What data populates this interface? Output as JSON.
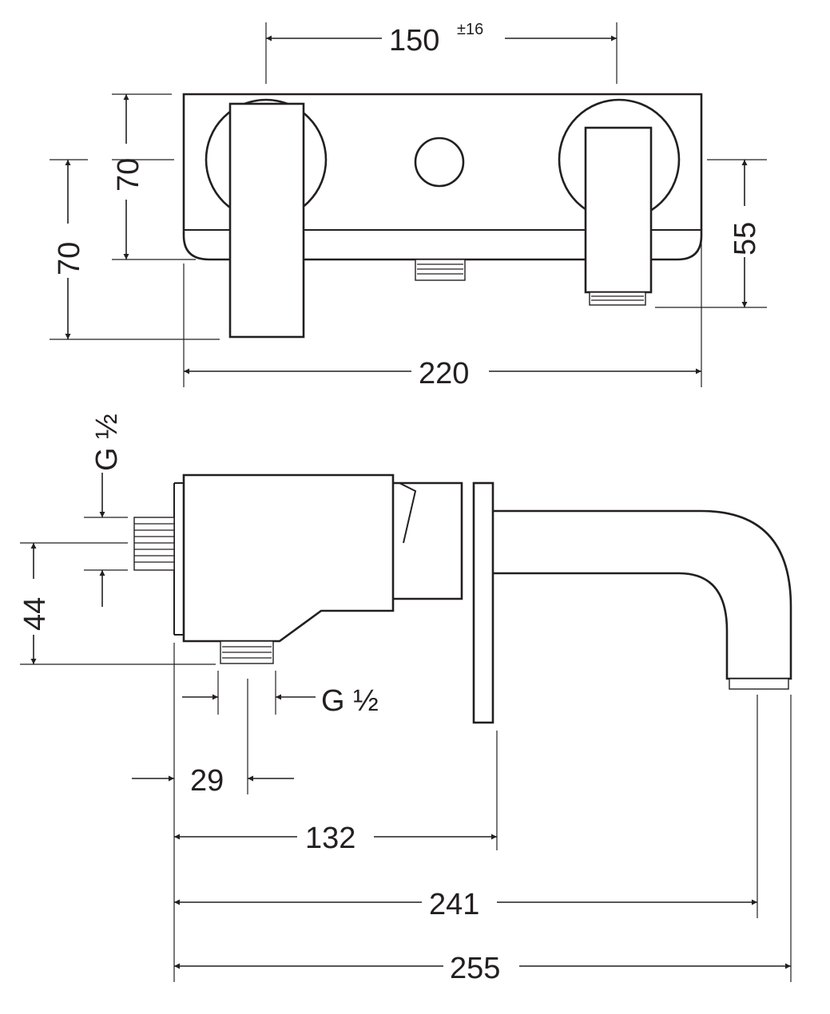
{
  "dimensions": {
    "top_width": "150",
    "top_tolerance": "±16",
    "left_outer_height": "70",
    "left_inner_height": "70",
    "right_height": "55",
    "overall_width": "220",
    "thread_top": "G ½",
    "thread_bottom": "G ½",
    "vertical_offset": "44",
    "inlet_offset": "29",
    "plate_depth": "132",
    "spout_depth": "241",
    "total_depth": "255"
  }
}
